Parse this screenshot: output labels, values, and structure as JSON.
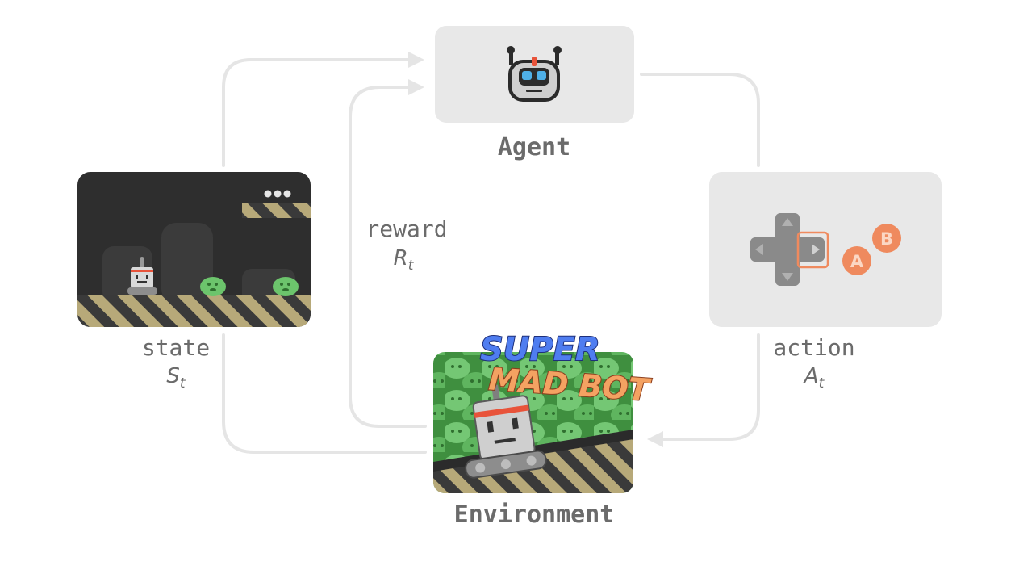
{
  "agent": {
    "label": "Agent",
    "icon": "robot-head-icon"
  },
  "environment": {
    "label": "Environment",
    "game_title_line1": "SUPER",
    "game_title_line2": "MAD BOT"
  },
  "state": {
    "label": "state",
    "symbol": "S",
    "subscript": "t"
  },
  "reward": {
    "label": "reward",
    "symbol": "R",
    "subscript": "t"
  },
  "action": {
    "label": "action",
    "symbol": "A",
    "subscript": "t",
    "button_a": "A",
    "button_b": "B"
  },
  "state_screen": {
    "menu_dots": "•••"
  },
  "colors": {
    "arrow": "#e5e5e5",
    "panel": "#e8e8e8",
    "label": "#6b6b6b",
    "accent": "#ef8a5e",
    "game_bg": "#2e2e2e",
    "slime": "#6cc46c"
  }
}
